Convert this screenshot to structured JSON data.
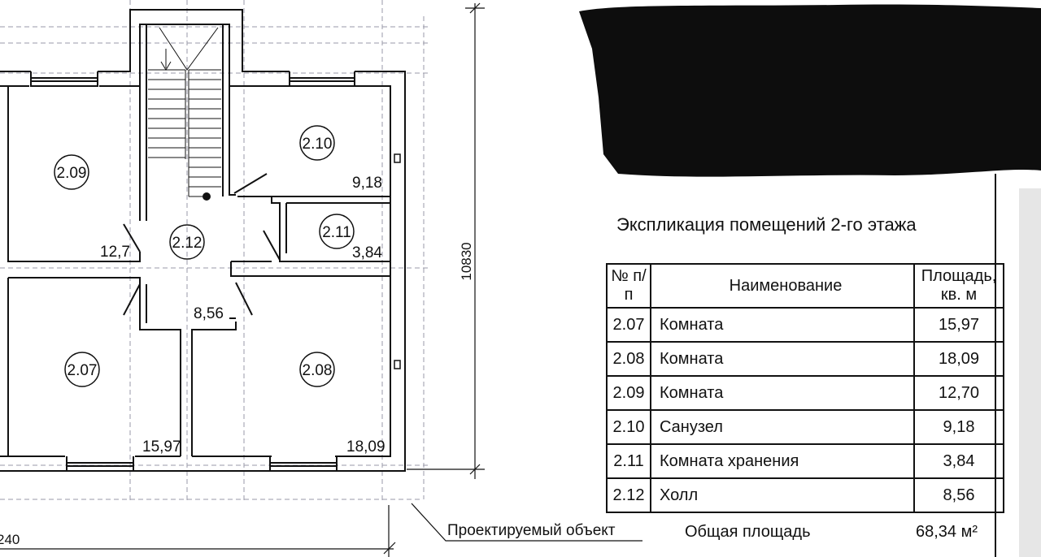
{
  "plan": {
    "rooms": [
      {
        "id": "2.09",
        "area": "12,7"
      },
      {
        "id": "2.10",
        "area": "9,18"
      },
      {
        "id": "2.11",
        "area": "3,84"
      },
      {
        "id": "2.12",
        "area": "8,56"
      },
      {
        "id": "2.07",
        "area": "15,97"
      },
      {
        "id": "2.08",
        "area": "18,09"
      }
    ],
    "overall_dimension": "10830",
    "partial_dimension": "240",
    "projected_object_label": "Проектируемый объект"
  },
  "explication": {
    "title": "Экспликация помещений 2-го этажа",
    "headers": {
      "num": "№ п/п",
      "name": "Наименование",
      "area": "Площадь, кв. м"
    },
    "rows": [
      {
        "num": "2.07",
        "name": "Комната",
        "area": "15,97"
      },
      {
        "num": "2.08",
        "name": "Комната",
        "area": "18,09"
      },
      {
        "num": "2.09",
        "name": "Комната",
        "area": "12,70"
      },
      {
        "num": "2.10",
        "name": "Санузел",
        "area": "9,18"
      },
      {
        "num": "2.11",
        "name": "Комната хранения",
        "area": "3,84"
      },
      {
        "num": "2.12",
        "name": "Холл",
        "area": "8,56"
      }
    ],
    "total_label": "Общая площадь",
    "total_value": "68,34 м²"
  }
}
